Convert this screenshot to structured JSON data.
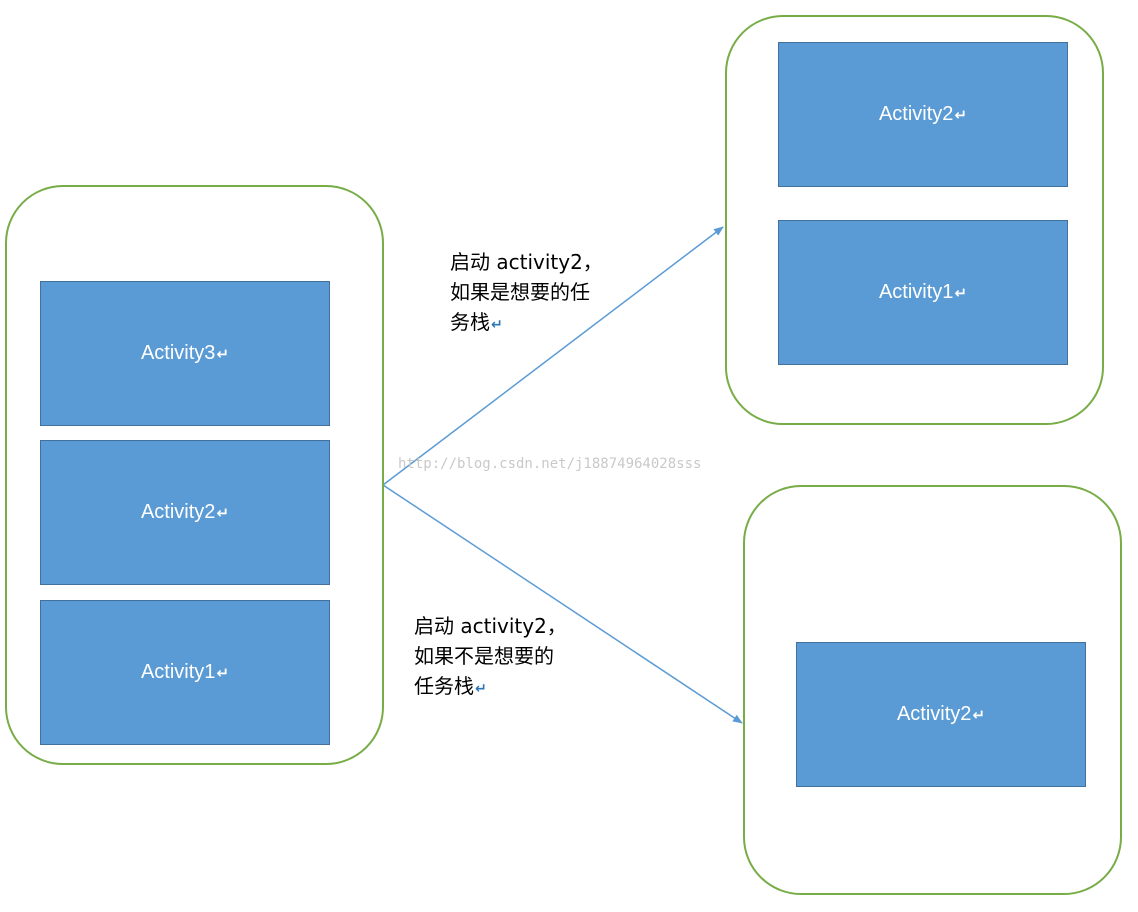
{
  "colors": {
    "stack_border": "#77ac47",
    "activity_fill": "#5b9bd5",
    "activity_border": "#41719c",
    "arrow": "#5b9bd5",
    "watermark": "#c9c9c9"
  },
  "paragraph_mark": "↵",
  "stacks": {
    "source": {
      "activities": [
        "Activity3",
        "Activity2",
        "Activity1"
      ]
    },
    "desired": {
      "activities": [
        "Activity2",
        "Activity1"
      ]
    },
    "other": {
      "activities": [
        "Activity2"
      ]
    }
  },
  "labels": {
    "desired": [
      "启动  activity2，",
      "如果是想要的任",
      "务栈"
    ],
    "other": [
      "启动  activity2，",
      "如果不是想要的",
      "任务栈"
    ]
  },
  "watermark": "http://blog.csdn.net/j18874964028sss"
}
